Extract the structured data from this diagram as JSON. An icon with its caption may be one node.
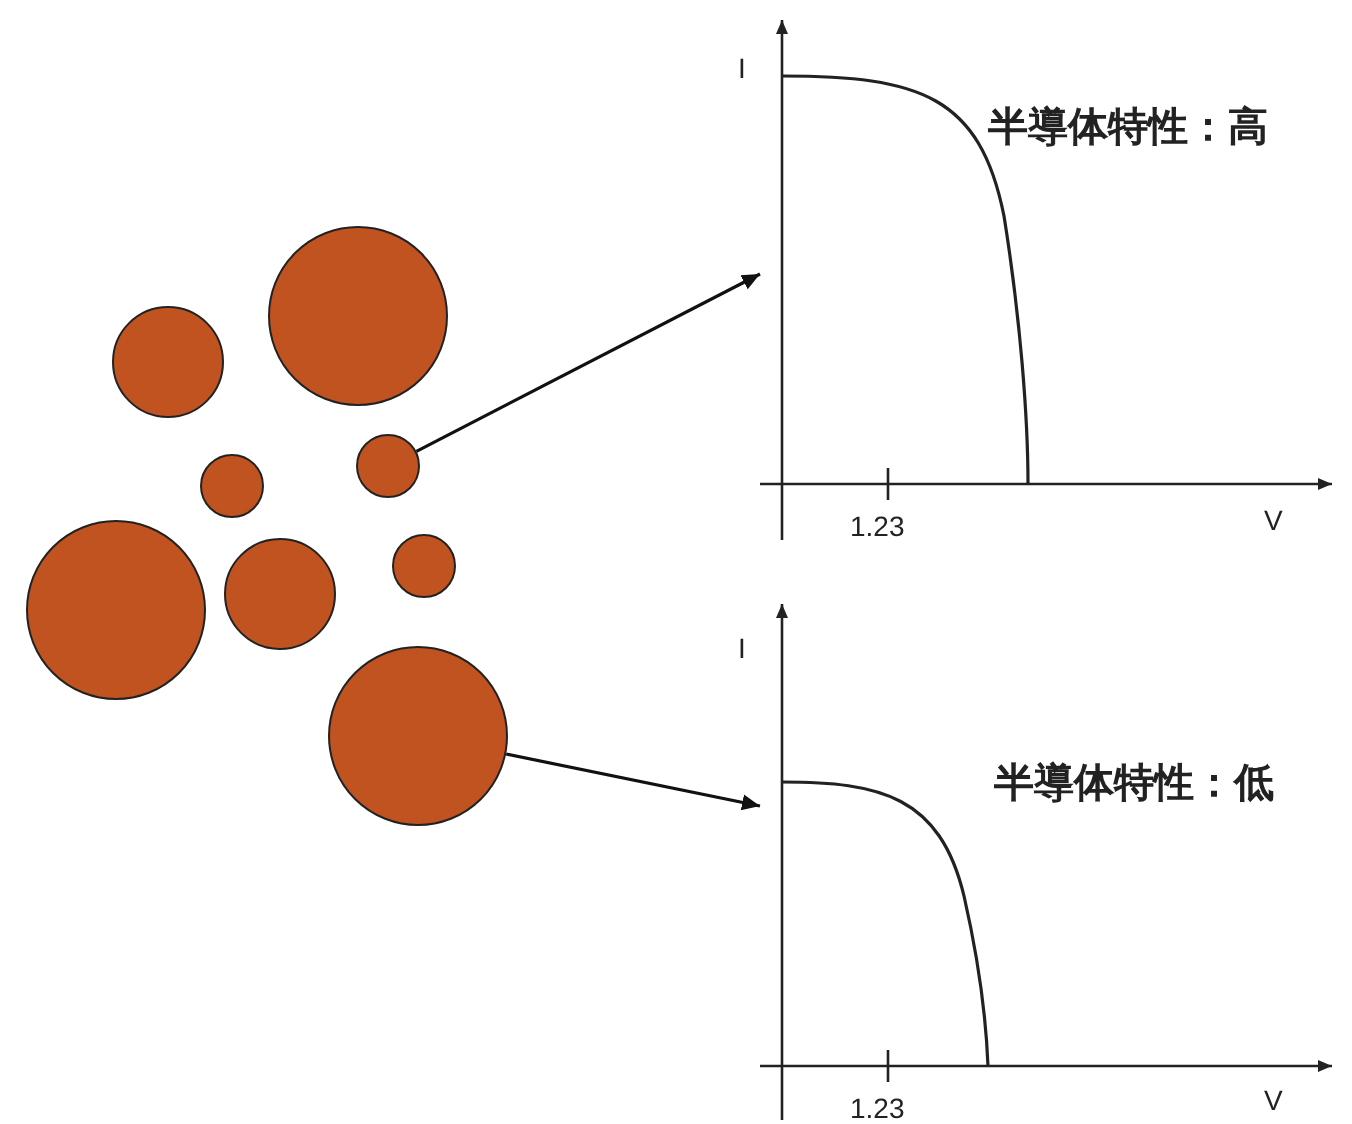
{
  "diagram": {
    "nodes": [
      {
        "text": [],
        "shape": "circle"
      },
      {
        "text": [],
        "shape": "circle"
      },
      {
        "text": [],
        "shape": "circle"
      },
      {
        "text": [],
        "shape": "circle"
      },
      {
        "text": [],
        "shape": "circle"
      },
      {
        "text": [],
        "shape": "circle"
      },
      {
        "text": [],
        "shape": "circle"
      },
      {
        "text": [],
        "shape": "circle"
      },
      {
        "text": [
          "半導体特性：高"
        ]
      },
      {
        "text": [
          "半導体特性：低"
        ]
      }
    ],
    "edges": [
      {
        "from": 2,
        "to": 8,
        "arrow": "to"
      },
      {
        "from": 7,
        "to": 9,
        "arrow": "to"
      }
    ],
    "labels": [
      "I",
      "1.23",
      "V",
      "I",
      "1.23",
      "V"
    ]
  }
}
